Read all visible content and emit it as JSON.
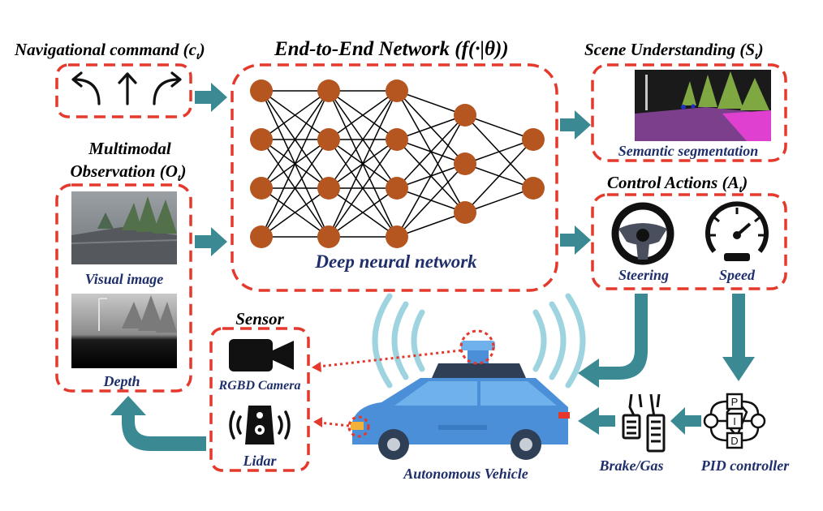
{
  "titles": {
    "nav_command": "Navigational command (c",
    "nav_command_sub": "t",
    "network": "End-to-End Network (",
    "network_f": "f",
    "network_args": "(·|θ))",
    "scene": "Scene Understanding (S",
    "scene_sub": "t",
    "multimodal_line1": "Multimodal",
    "multimodal_line2": "Observation (O",
    "multimodal_sub": "t",
    "control": "Control Actions (A",
    "control_sub": "t",
    "sensor": "Sensor"
  },
  "labels": {
    "deep_nn": "Deep neural network",
    "semantic": "Semantic segmentation",
    "visual": "Visual image",
    "depth": "Depth",
    "steering": "Steering",
    "speed": "Speed",
    "rgbd": "RGBD Camera",
    "lidar": "Lidar",
    "vehicle": "Autonomous Vehicle",
    "brake_gas": "Brake/Gas",
    "pid": "PID controller",
    "pid_p": "P",
    "pid_i": "I",
    "pid_d": "D",
    "close_paren": ")"
  },
  "network_layers": [
    4,
    4,
    4,
    3,
    2
  ],
  "colors": {
    "dash": "#e4392c",
    "arrow": "#3b8a93",
    "node": "#b5551f",
    "label": "#1f2f6b",
    "car": "#4a8fd8",
    "signal": "#9ed3e0"
  },
  "icons": [
    "turn-left-icon",
    "straight-arrow-icon",
    "turn-right-icon",
    "steering-wheel-icon",
    "speedometer-icon",
    "video-camera-icon",
    "lidar-icon",
    "pedals-icon",
    "pid-icon",
    "car-icon"
  ]
}
